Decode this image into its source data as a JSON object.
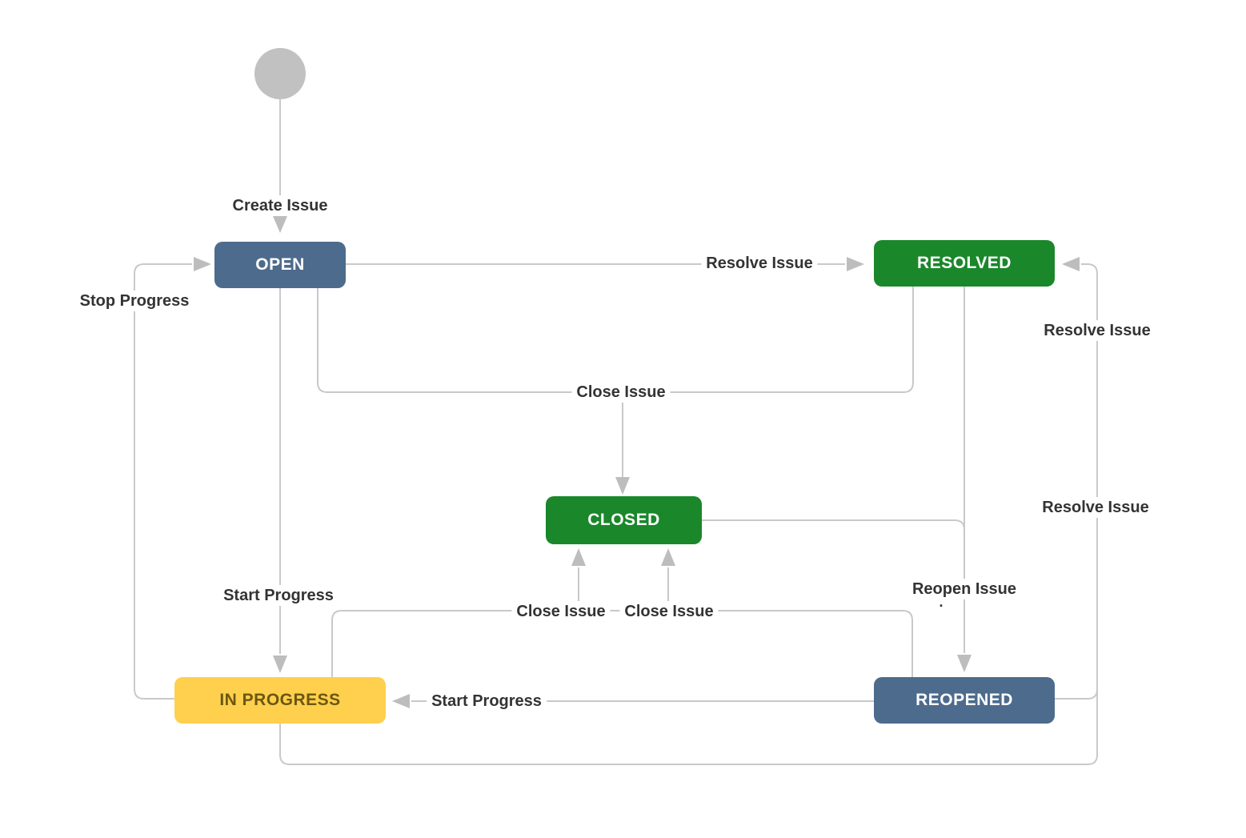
{
  "diagram": {
    "kind": "issue-workflow",
    "start_node": {
      "shape": "circle",
      "color": "#c1c1c1"
    },
    "nodes": [
      {
        "id": "open",
        "label": "OPEN",
        "color": "#4d6b8c",
        "text_color": "#ffffff"
      },
      {
        "id": "resolved",
        "label": "RESOLVED",
        "color": "#1a872b",
        "text_color": "#ffffff"
      },
      {
        "id": "closed",
        "label": "CLOSED",
        "color": "#1a872b",
        "text_color": "#ffffff"
      },
      {
        "id": "in_progress",
        "label": "IN PROGRESS",
        "color": "#ffd04d",
        "text_color": "#6b5710"
      },
      {
        "id": "reopened",
        "label": "REOPENED",
        "color": "#4d6b8c",
        "text_color": "#ffffff"
      }
    ],
    "labels": {
      "create_issue": "Create Issue",
      "stop_progress": "Stop Progress",
      "resolve_issue_open": "Resolve Issue",
      "resolve_issue_reopened": "Resolve Issue",
      "resolve_issue_in_progress": "Resolve Issue",
      "close_issue_main": "Close Issue",
      "close_issue_in_progress": "Close Issue",
      "close_issue_reopened": "Close Issue",
      "reopen_issue": "Reopen Issue",
      "reopen_issue_secondary_marker": ".",
      "start_progress_open": "Start Progress",
      "start_progress_reopened": "Start Progress"
    },
    "transitions": [
      {
        "label": "Create Issue",
        "from": "start",
        "to": "open"
      },
      {
        "label": "Resolve Issue",
        "from": "open",
        "to": "resolved"
      },
      {
        "label": "Close Issue",
        "from": "open",
        "to": "closed"
      },
      {
        "label": "Close Issue",
        "from": "resolved",
        "to": "closed"
      },
      {
        "label": "Start Progress",
        "from": "open",
        "to": "in_progress"
      },
      {
        "label": "Stop Progress",
        "from": "in_progress",
        "to": "open"
      },
      {
        "label": "Close Issue",
        "from": "in_progress",
        "to": "closed"
      },
      {
        "label": "Close Issue",
        "from": "reopened",
        "to": "closed"
      },
      {
        "label": "Reopen Issue",
        "from": "resolved",
        "to": "reopened"
      },
      {
        "label": "Reopen Issue",
        "from": "closed",
        "to": "reopened"
      },
      {
        "label": "Start Progress",
        "from": "reopened",
        "to": "in_progress"
      },
      {
        "label": "Resolve Issue",
        "from": "reopened",
        "to": "resolved"
      },
      {
        "label": "Resolve Issue",
        "from": "in_progress",
        "to": "resolved"
      }
    ],
    "colors": {
      "line": "#c9c9c9",
      "arrowhead": "#bdbdbd",
      "label_text": "#333333",
      "background": "#ffffff"
    }
  }
}
